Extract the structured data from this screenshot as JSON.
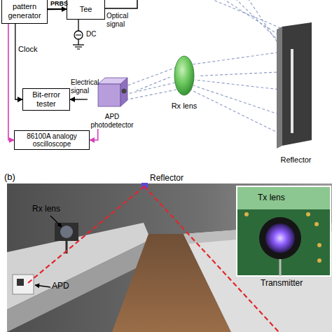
{
  "diagram": {
    "nodes": [
      {
        "text": [
          "pattern generator"
        ]
      },
      {
        "text": [
          "Tee"
        ]
      },
      {
        "text": [
          "Bit-error tester"
        ]
      },
      {
        "text": [
          "86100A analogy oscilloscope"
        ]
      },
      {
        "text": [
          "APD photodetector"
        ]
      },
      {
        "text": [
          "Rx lens"
        ]
      },
      {
        "text": [
          "Reflector"
        ]
      }
    ],
    "edges": [
      {
        "from": 0,
        "to": 1,
        "arrow": "to",
        "label": "PRBS"
      },
      {
        "from": 0,
        "to": 2,
        "arrow": "to",
        "label": "Clock"
      },
      {
        "from": 0,
        "to": 3,
        "arrow": "to"
      },
      {
        "from": 4,
        "to": 2,
        "arrow": "to",
        "label": "Electrical signal"
      },
      {
        "from": 4,
        "to": 3,
        "arrow": "to"
      },
      {
        "from": 6,
        "to": 5,
        "arrow": "none"
      },
      {
        "from": 5,
        "to": 4,
        "arrow": "none"
      }
    ],
    "labels": [
      "Optical signal",
      "DC",
      "(b)",
      "Rx lens",
      "Reflector",
      "Tx lens",
      "Transmitter",
      "APD"
    ]
  }
}
